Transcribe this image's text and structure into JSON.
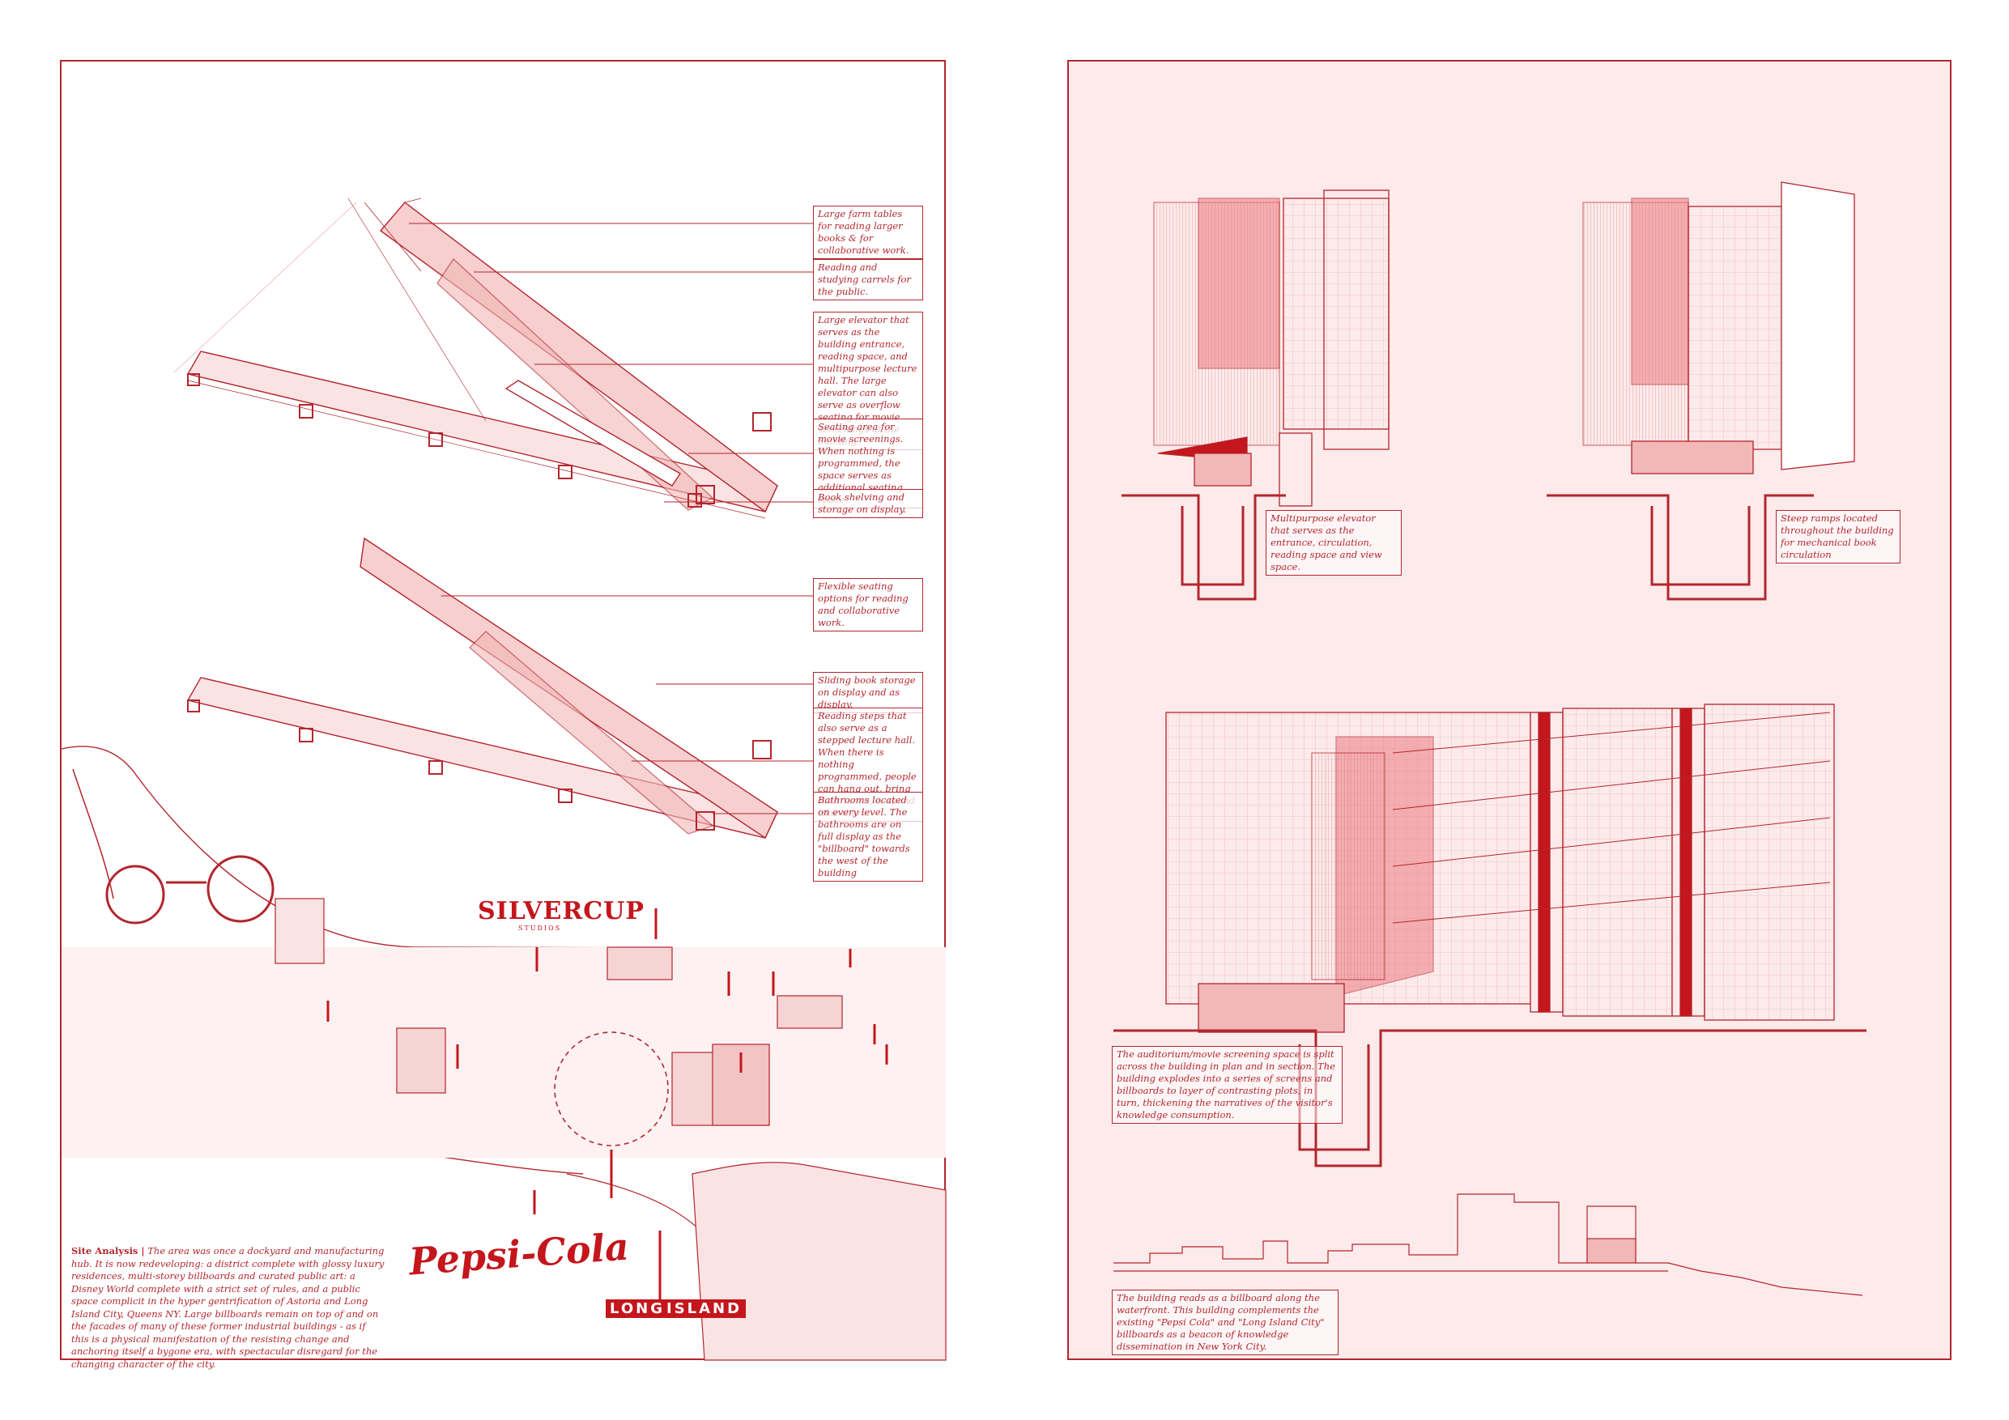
{
  "left_board": {
    "callouts": [
      {
        "id": "farm-tables",
        "text": "Large farm tables for reading larger books & for collaborative work."
      },
      {
        "id": "carrels",
        "text": "Reading and studying carrels for the public."
      },
      {
        "id": "elevator-hall",
        "text": "Large elevator that serves as the building entrance, reading space, and multipurpose lecture hall. The large elevator can also serve as overflow seating for movie screenings at the building."
      },
      {
        "id": "movie-seating",
        "text": "Seating area for movie screenings. When nothing is programmed, the space serves as additional seating space."
      },
      {
        "id": "book-shelving",
        "text": "Book shelving and storage on display."
      },
      {
        "id": "flexible-seating",
        "text": "Flexible seating options for reading and collaborative work."
      },
      {
        "id": "sliding-storage",
        "text": "Sliding book storage on display and as display."
      },
      {
        "id": "reading-steps",
        "text": "Reading steps that also serve as a stepped lecture hall. When there is nothing programmed, people can hang out, bring their lunch, & spend time there."
      },
      {
        "id": "bathrooms",
        "text": "Bathrooms located on every level. The bathrooms are on full display as the \"billboard\" towards the west of the building"
      }
    ],
    "site_analysis": {
      "heading": "Site Analysis |",
      "body": "The area was once a dockyard and manufacturing hub. It is now redeveloping: a district complete with glossy luxury residences, multi-storey billboards and curated public art: a Disney World complete with a strict set of rules, and a public space complicit in the hyper gentrification of Astoria and Long Island City, Queens NY. Large billboards remain on top of and on the facades of many of these former industrial buildings - as if this is a physical manifestation of the resisting change and anchoring itself a bygone era, with spectacular disregard for the changing character of the city."
    },
    "signs": {
      "silvercup": "SILVERCUP",
      "silvercup_sub": "STUDIOS",
      "pepsi": "Pepsi-Cola",
      "long": "LONG",
      "island": "ISLAND"
    }
  },
  "right_board": {
    "callouts": [
      {
        "id": "multipurpose-elevator",
        "text": "Multipurpose elevator that serves as the entrance, circulation, reading space and view space."
      },
      {
        "id": "steep-ramps",
        "text": "Steep ramps located throughout the building for mechanical book circulation"
      },
      {
        "id": "auditorium",
        "text": "The auditorium/movie screening space is split across the building in plan and in section. The building explodes into a series of screens and billboards to layer of contrasting plots, in turn, thickening the narratives of the visitor's knowledge consumption."
      },
      {
        "id": "waterfront",
        "text": "The building reads as a billboard along the waterfront. This building complements the existing \"Pepsi Cola\" and \"Long Island City\" billboards as a beacon of knowledge dissemination in New York City."
      }
    ]
  },
  "colors": {
    "line": "#b3262e",
    "accent": "#c4161c",
    "fill": "#f2b7b7",
    "right_bg": "#fdeaea"
  }
}
